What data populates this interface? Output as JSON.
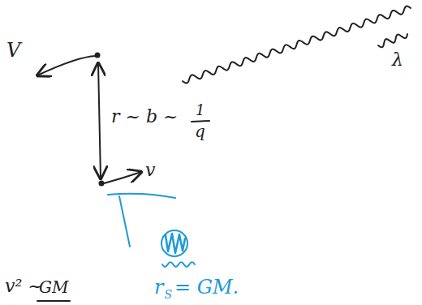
{
  "diagram": {
    "labels": [
      "V",
      "r ~ b ~",
      "1",
      "q",
      "v",
      "λ",
      "v² ~",
      "GM",
      "r",
      "S",
      "= GM."
    ]
  }
}
